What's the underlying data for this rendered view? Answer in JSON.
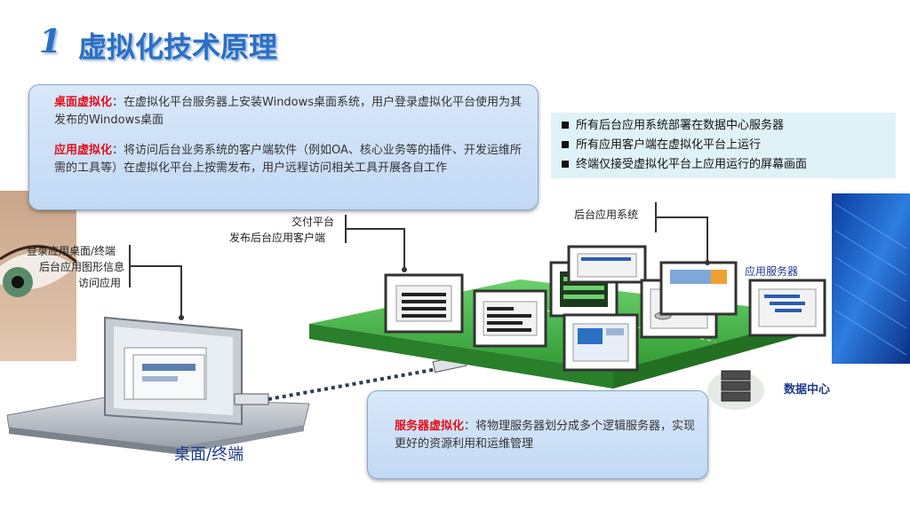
{
  "slide": {
    "number": "1",
    "title": "虚拟化技术原理"
  },
  "desktop_virtualization": {
    "term": "桌面虚拟化",
    "text": "：在虚拟化平台服务器上安装Windows桌面系统，用户登录虚拟化平台使用为其发布的Windows桌面"
  },
  "app_virtualization": {
    "term": "应用虚拟化",
    "text": "：将访问后台业务系统的客户端软件（例如OA、核心业务等的插件、开发运维所需的工具等）在虚拟化平台上按需发布，用户远程访问相关工具开展各自工作"
  },
  "bullets": [
    "所有后台应用系统部署在数据中心服务器",
    "所有应用客户端在虚拟化平台上运行",
    "终端仅接受虚拟化平台上应用运行的屏幕画面"
  ],
  "server_virtualization": {
    "term": "服务器虚拟化",
    "text": "：将物理服务器划分成多个逻辑服务器，实现更好的资源利用和运维管理"
  },
  "labels": {
    "delivery_platform": "交付平台",
    "publish_client": "发布后台应用客户端",
    "backend_apps": "后台应用系统",
    "app_server": "应用服务器",
    "datacenter": "数据中心",
    "terminal": "桌面/终端",
    "user_line1": "登录应用桌面/终端",
    "user_line2": "后台应用图形信息",
    "user_line3": "访问应用"
  },
  "colors": {
    "title": "#2a6fc4",
    "highlight": "#e3101a",
    "platform_green": "#3aa73a"
  }
}
